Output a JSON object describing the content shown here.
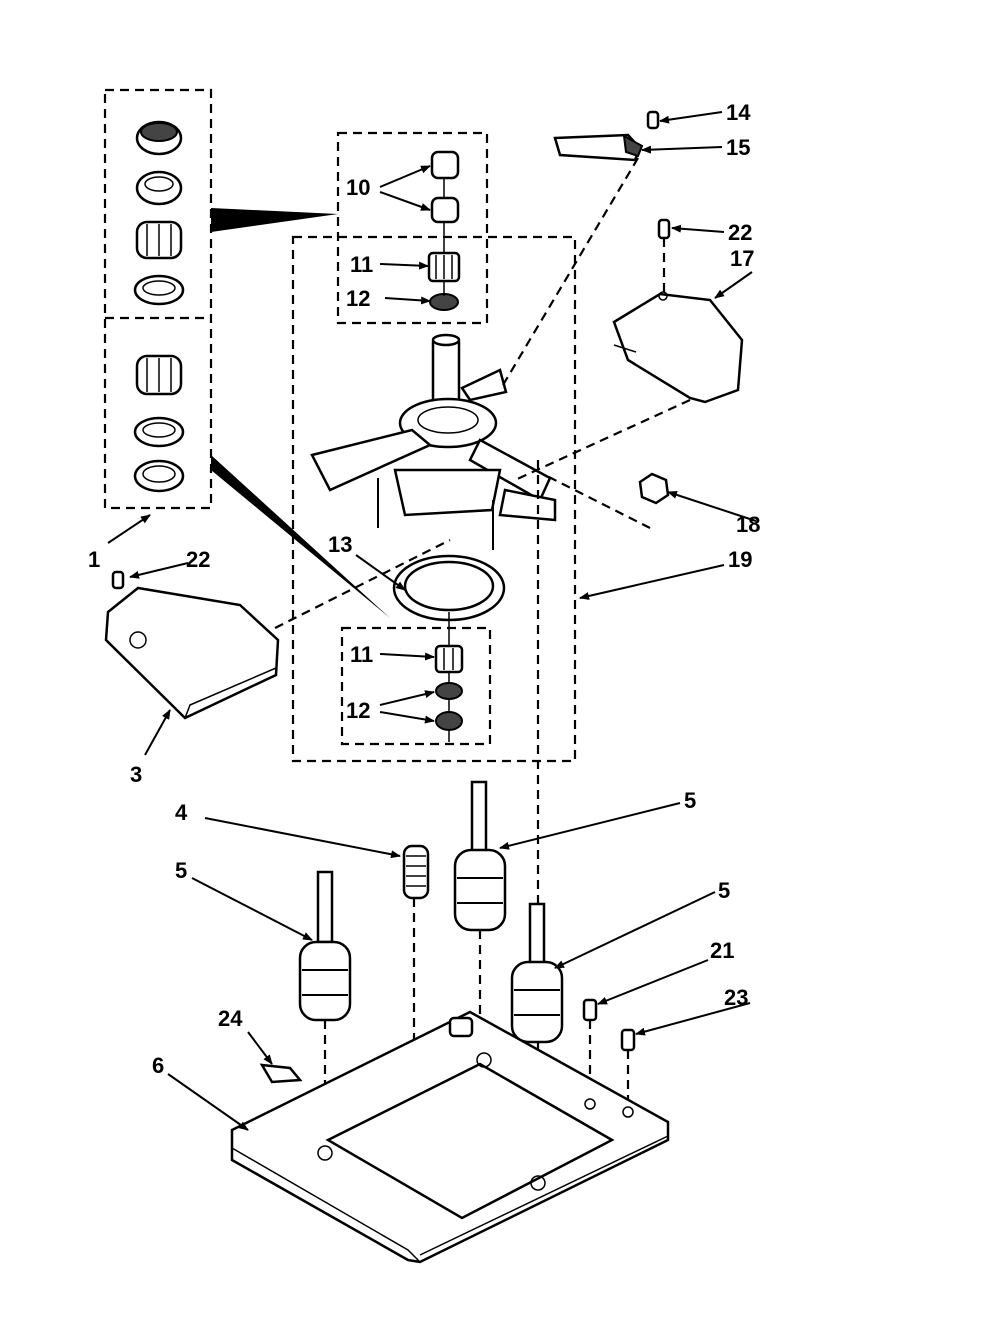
{
  "callouts": {
    "c1": "1",
    "c3": "3",
    "c4": "4",
    "c5a": "5",
    "c5b": "5",
    "c5c": "5",
    "c6": "6",
    "c10": "10",
    "c11a": "11",
    "c11b": "11",
    "c12a": "12",
    "c12b": "12",
    "c13": "13",
    "c14": "14",
    "c15": "15",
    "c17": "17",
    "c18": "18",
    "c19": "19",
    "c21": "21",
    "c22a": "22",
    "c22b": "22",
    "c23": "23",
    "c24": "24"
  }
}
